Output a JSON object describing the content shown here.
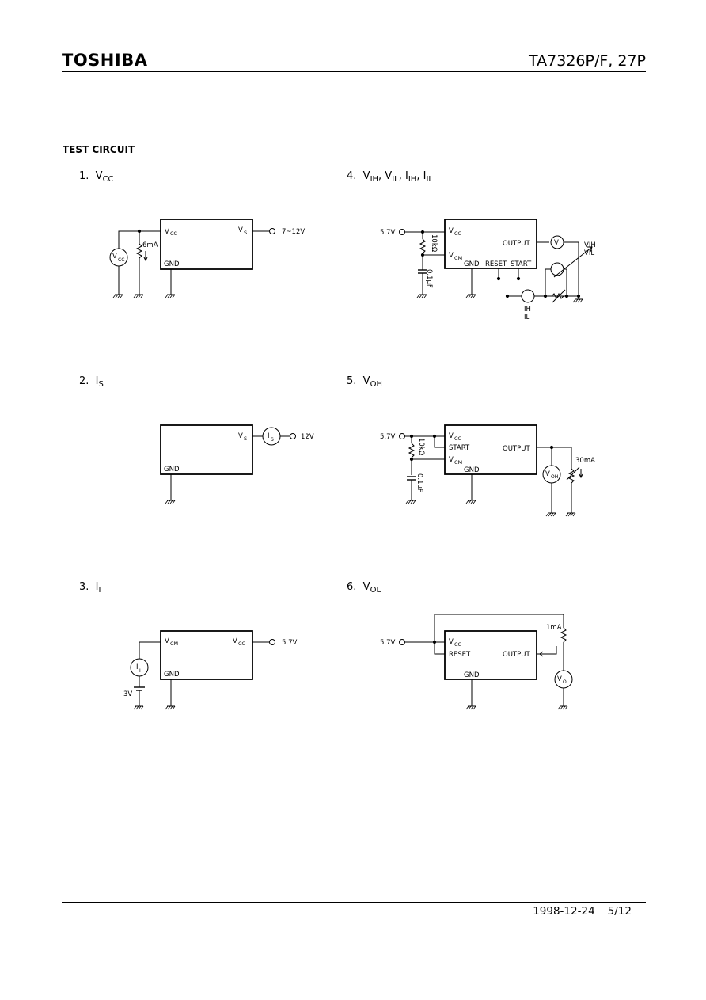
{
  "header": {
    "brand": "TOSHIBA",
    "part_number": "TA7326P/F, 27P"
  },
  "section_title": "TEST CIRCUIT",
  "circuits": [
    {
      "num": "1.",
      "title": "V",
      "title_sub": "CC",
      "labels": {
        "pin_vcc": "V",
        "pin_vcc_sub": "CC",
        "pin_vs": "V",
        "pin_vs_sub": "S",
        "pin_gnd": "GND",
        "supply": "7~12V",
        "current": "6mA",
        "meter": "V",
        "meter_sub": "CC"
      }
    },
    {
      "num": "2.",
      "title": "I",
      "title_sub": "S",
      "labels": {
        "pin_vs": "V",
        "pin_vs_sub": "S",
        "pin_gnd": "GND",
        "meter": "I",
        "meter_sub": "S",
        "supply": "12V"
      }
    },
    {
      "num": "3.",
      "title": "I",
      "title_sub": "I",
      "labels": {
        "pin_vcm": "V",
        "pin_vcm_sub": "CM",
        "pin_vcc": "V",
        "pin_vcc_sub": "CC",
        "pin_gnd": "GND",
        "supply": "5.7V",
        "meter": "I",
        "meter_sub": "I",
        "battery": "3V"
      }
    },
    {
      "num": "4.",
      "title": "V",
      "title_parts": [
        "IH",
        ", V",
        "IL",
        ", I",
        "IH",
        ", I",
        "IL"
      ],
      "labels": {
        "supply": "5.7V",
        "pin_vcc": "V",
        "pin_vcc_sub": "CC",
        "pin_vcm": "V",
        "pin_vcm_sub": "CM",
        "pin_output": "OUTPUT",
        "pin_gnd": "GND",
        "pin_reset": "RESET",
        "pin_start": "START",
        "resistor": "10kΩ",
        "capacitor": "0.1μF",
        "meter_v": "V",
        "vih": "VIH",
        "vil": "VIL",
        "ih": "IH",
        "il": "IL"
      }
    },
    {
      "num": "5.",
      "title": "V",
      "title_sub": "OH",
      "labels": {
        "supply": "5.7V",
        "pin_vcc": "V",
        "pin_vcc_sub": "CC",
        "pin_start": "START",
        "pin_vcm": "V",
        "pin_vcm_sub": "CM",
        "pin_output": "OUTPUT",
        "pin_gnd": "GND",
        "resistor": "10kΩ",
        "capacitor": "0.1μF",
        "meter": "V",
        "meter_sub": "OH",
        "current": "30mA"
      }
    },
    {
      "num": "6.",
      "title": "V",
      "title_sub": "OL",
      "labels": {
        "supply": "5.7V",
        "pin_vcc": "V",
        "pin_vcc_sub": "CC",
        "pin_reset": "RESET",
        "pin_output": "OUTPUT",
        "pin_gnd": "GND",
        "current": "1mA",
        "meter": "V",
        "meter_sub": "OL"
      }
    }
  ],
  "footer": {
    "date": "1998-12-24",
    "page": "5/12"
  }
}
